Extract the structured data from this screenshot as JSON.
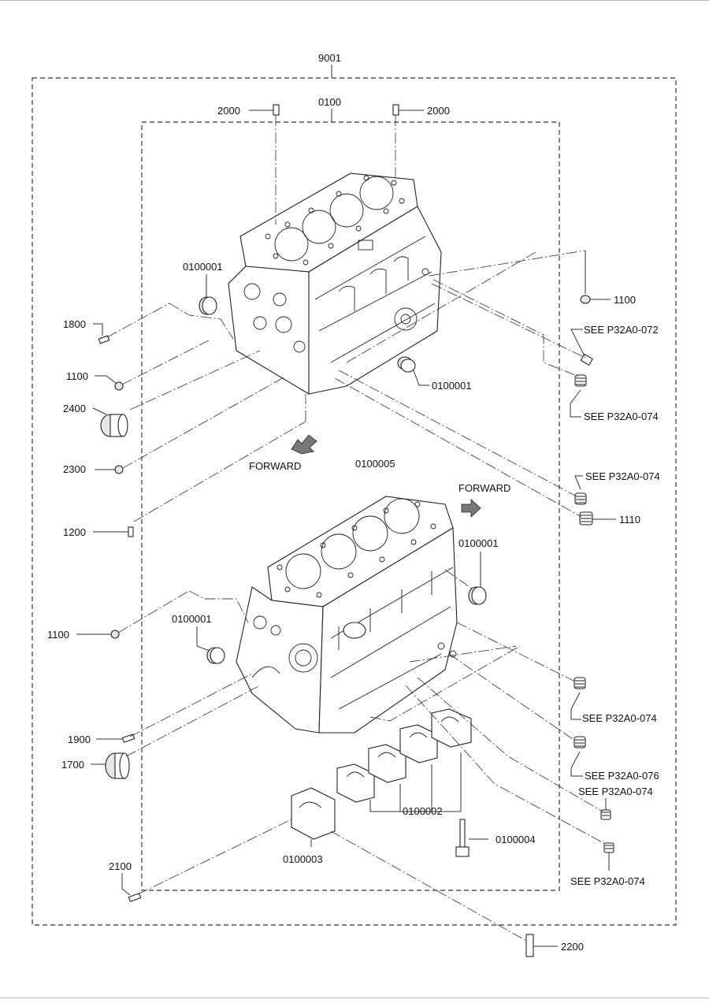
{
  "labels": {
    "assembly": "9001",
    "sub_assembly": "0100",
    "dowel_top_left": "2000",
    "dowel_top_right": "2000",
    "bushing_upper_left": "0100001",
    "pin_1800": "1800",
    "plug_1100_upper": "1100",
    "cap_2400": "2400",
    "plug_2300": "2300",
    "forward_upper": "FORWARD",
    "pin_1200": "1200",
    "plug_1100_right": "1100",
    "see_072": "SEE P32A0-072",
    "bushing_upper_right": "0100001",
    "see_074_a": "SEE P32A0-074",
    "see_074_b": "SEE P32A0-074",
    "plug_1110": "1110",
    "forward_lower": "FORWARD",
    "block_lower": "0100005",
    "bushing_lower_right": "0100001",
    "plug_1100_lower": "1100",
    "bushing_lower_left": "0100001",
    "see_074_c": "SEE P32A0-074",
    "pin_1900": "1900",
    "cap_1700": "1700",
    "see_076": "SEE P32A0-076",
    "see_074_d": "SEE P32A0-074",
    "bearing_caps": "0100002",
    "bolt_0100004": "0100004",
    "see_074_e": "SEE P32A0-074",
    "pin_2100": "2100",
    "cap_0100003": "0100003",
    "pin_2200": "2200"
  }
}
